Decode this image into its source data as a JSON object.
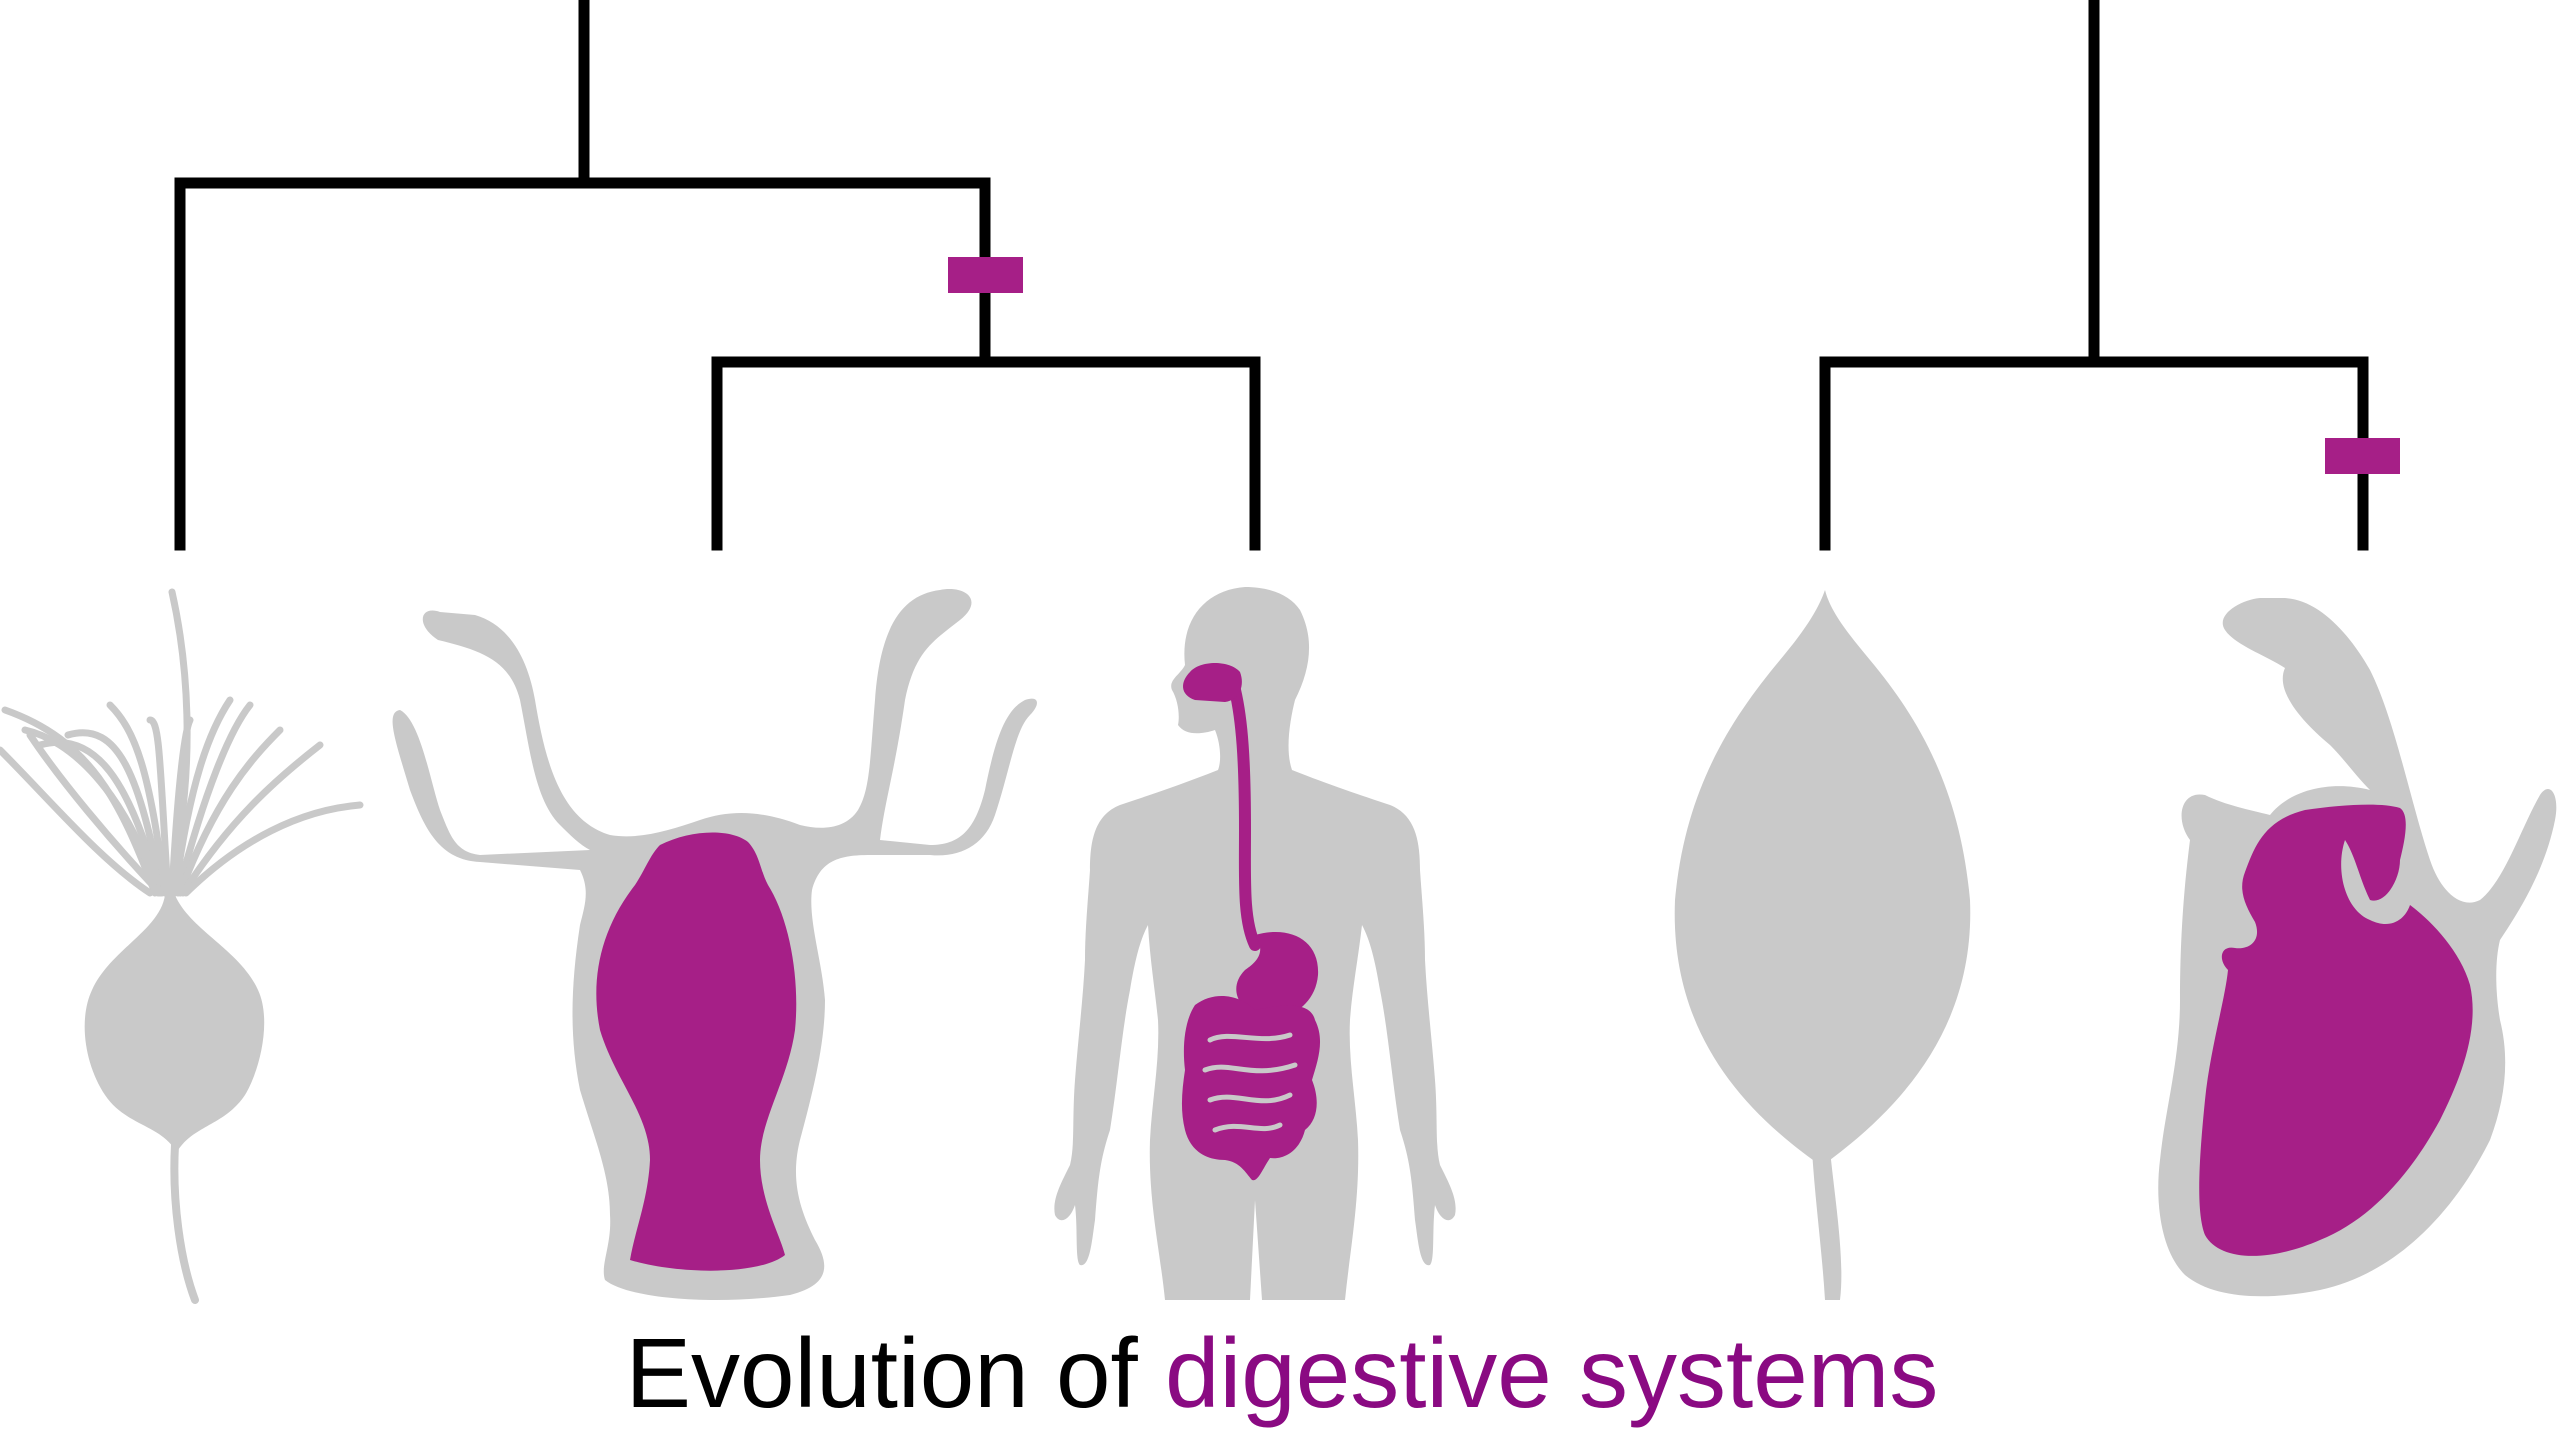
{
  "caption": {
    "plain": "Evolution of ",
    "highlight": "digestive systems"
  },
  "colors": {
    "tree": "#000000",
    "organism": "#c9c9c9",
    "digestive": "#a61f87",
    "caption_highlight": "#8a0a82",
    "background": "#ffffff"
  },
  "organisms": [
    {
      "name": "sponge-like animal",
      "digestive_system": false
    },
    {
      "name": "cnidarian",
      "digestive_system": true
    },
    {
      "name": "human",
      "digestive_system": true
    },
    {
      "name": "leaf",
      "digestive_system": false
    },
    {
      "name": "carnivorous plant",
      "digestive_system": true
    }
  ]
}
